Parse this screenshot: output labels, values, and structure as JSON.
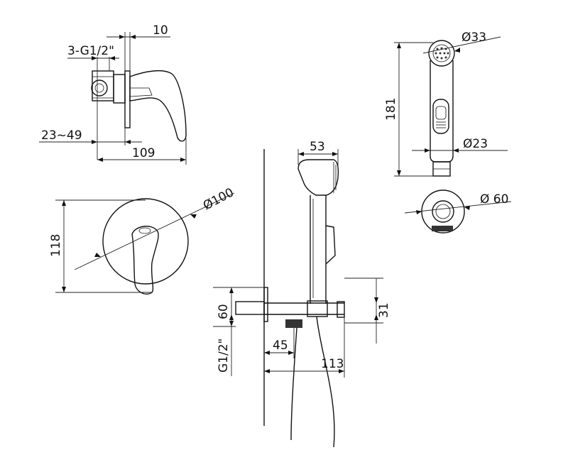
{
  "labels": {
    "top_width": "10",
    "thread_spec": "3-G1/2\"",
    "depth_range": "23~49",
    "total_depth": "109",
    "plate_diameter": "Ø100",
    "plate_height": "118",
    "handle_width": "53",
    "head_diameter": "Ø33",
    "spray_length": "181",
    "neck_diameter": "Ø23",
    "holder_diameter": "Ø 60",
    "holder_height": "60",
    "holder_offset": "31",
    "inlet_thread": "G1/2\"",
    "outlet_offset": "45",
    "outlet_spacing": "113"
  }
}
